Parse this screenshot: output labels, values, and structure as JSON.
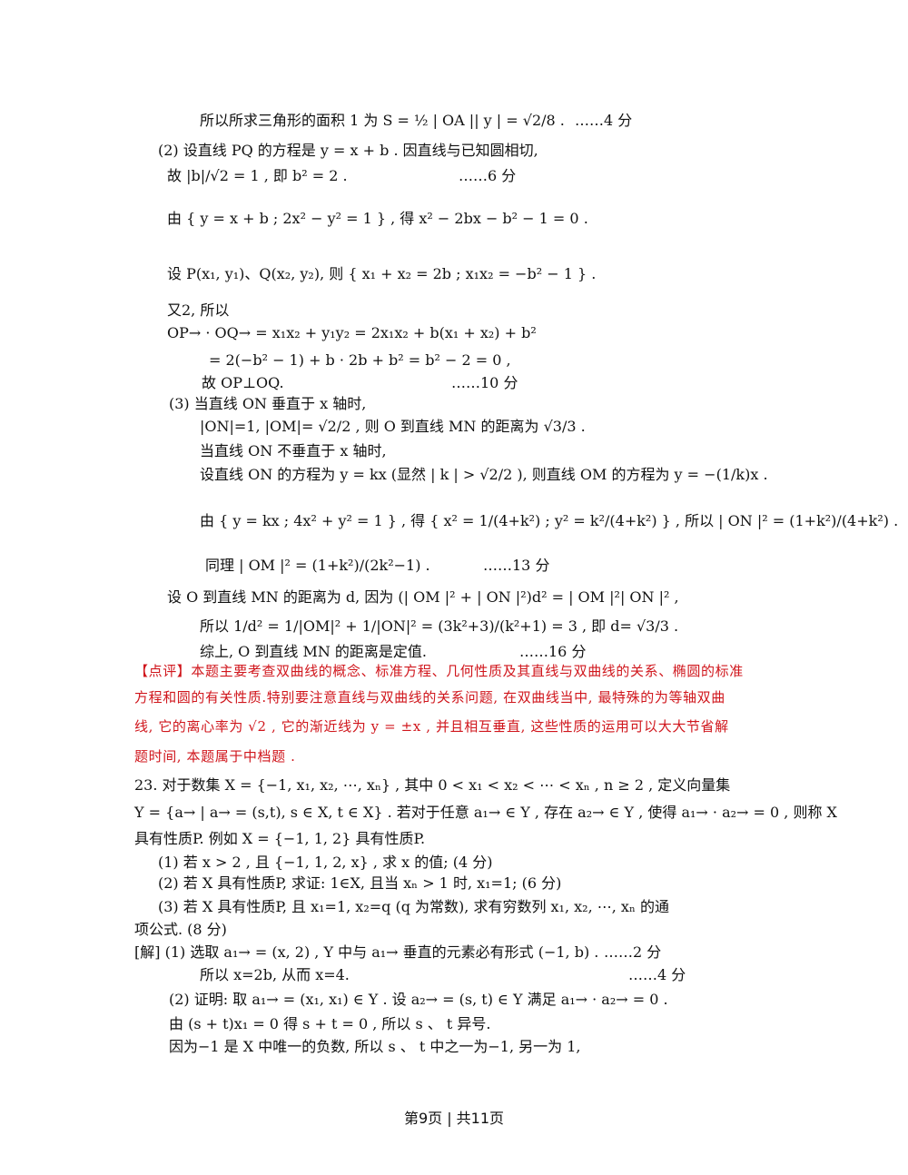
{
  "lines": [
    {
      "text": "所以所求三角形的面积 1 为 S = ½ | OA || y | = √2/8 .",
      "score": "……4 分"
    },
    {
      "text": "(2) 设直线 PQ 的方程是 y = x + b . 因直线与已知圆相切,"
    },
    {
      "text": "故 |b|/√2 = 1 , 即 b² = 2 .",
      "score": "……6 分"
    },
    {
      "text": "由 { y = x + b ; 2x² − y² = 1 } , 得 x² − 2bx − b² − 1 = 0 ."
    },
    {
      "text": "设 P(x₁, y₁)、Q(x₂, y₂), 则 { x₁ + x₂ = 2b ; x₁x₂ = −b² − 1 } ."
    },
    {
      "text": "又2, 所以"
    },
    {
      "text": "OP→ · OQ→ = x₁x₂ + y₁y₂ = 2x₁x₂ + b(x₁ + x₂) + b²"
    },
    {
      "text": "= 2(−b² − 1) + b · 2b + b² = b² − 2 = 0 ,"
    },
    {
      "text": "故 OP⊥OQ.",
      "score": "……10 分"
    },
    {
      "text": "(3) 当直线 ON 垂直于 x 轴时,"
    },
    {
      "text": "|ON|=1, |OM|= √2/2 , 则 O 到直线 MN 的距离为 √3/3 ."
    },
    {
      "text": "当直线 ON 不垂直于 x 轴时,"
    },
    {
      "text": "设直线 ON 的方程为 y = kx (显然 | k | > √2/2 ), 则直线 OM 的方程为 y = −(1/k)x ."
    },
    {
      "text": "由 { y = kx ; 4x² + y² = 1 } , 得 { x² = 1/(4+k²) ; y² = k²/(4+k²) } , 所以 | ON |² = (1+k²)/(4+k²) ."
    },
    {
      "text": "同理 | OM |² = (1+k²)/(2k²−1) .",
      "score": "……13 分"
    },
    {
      "text": "设 O 到直线 MN 的距离为 d, 因为 (| OM |² + | ON |²)d² = | OM |²| ON |² ,"
    },
    {
      "text": "所以 1/d² = 1/|OM|² + 1/|ON|² = (3k²+3)/(k²+1) = 3 , 即 d= √3/3 ."
    },
    {
      "text": "综上, O 到直线 MN 的距离是定值.",
      "score": "……16 分"
    }
  ],
  "comment": [
    "【点评】本题主要考查双曲线的概念、标准方程、几何性质及其直线与双曲线的关系、椭圆的标准",
    "方程和圆的有关性质.特别要注意直线与双曲线的关系问题, 在双曲线当中, 最特殊的为等轴双曲",
    "线, 它的离心率为 √2 , 它的渐近线为 y = ±x , 并且相互垂直, 这些性质的运用可以大大节省解",
    "题时间, 本题属于中档题 ."
  ],
  "q23": [
    {
      "text": "23. 对于数集 X = {−1, x₁, x₂, ⋯, xₙ} , 其中 0 < x₁ < x₂ < ⋯ < xₙ , n ≥ 2 , 定义向量集"
    },
    {
      "text": "Y = {a→ | a→ = (s,t), s ∈ X, t ∈ X} . 若对于任意 a₁→ ∈ Y , 存在 a₂→ ∈ Y , 使得 a₁→ · a₂→ = 0 , 则称 X"
    },
    {
      "text": "具有性质P. 例如 X = {−1, 1, 2} 具有性质P."
    },
    {
      "text": "(1) 若 x > 2 , 且 {−1, 1, 2, x} , 求 x 的值; (4 分)"
    },
    {
      "text": "(2) 若 X 具有性质P, 求证: 1∈X, 且当 xₙ > 1 时, x₁=1; (6 分)"
    },
    {
      "text": "(3) 若 X 具有性质P, 且 x₁=1, x₂=q (q 为常数), 求有穷数列 x₁, x₂, ⋯, xₙ 的通"
    },
    {
      "text": "项公式. (8 分)"
    },
    {
      "text": "[解] (1) 选取 a₁→ = (x, 2) , Y 中与 a₁→ 垂直的元素必有形式 (−1, b) .",
      "score": "……2 分"
    },
    {
      "text": "所以 x=2b, 从而 x=4.",
      "score": "……4 分"
    },
    {
      "text": "(2) 证明: 取 a₁→ = (x₁, x₁) ∈ Y . 设 a₂→ = (s, t) ∈ Y 满足 a₁→ · a₂→ = 0 ."
    },
    {
      "text": "由 (s + t)x₁ = 0 得 s + t = 0 , 所以 s 、 t 异号."
    },
    {
      "text": "因为−1 是 X 中唯一的负数, 所以 s 、 t 中之一为−1, 另一为 1,"
    }
  ],
  "footer": "第9页 | 共11页"
}
